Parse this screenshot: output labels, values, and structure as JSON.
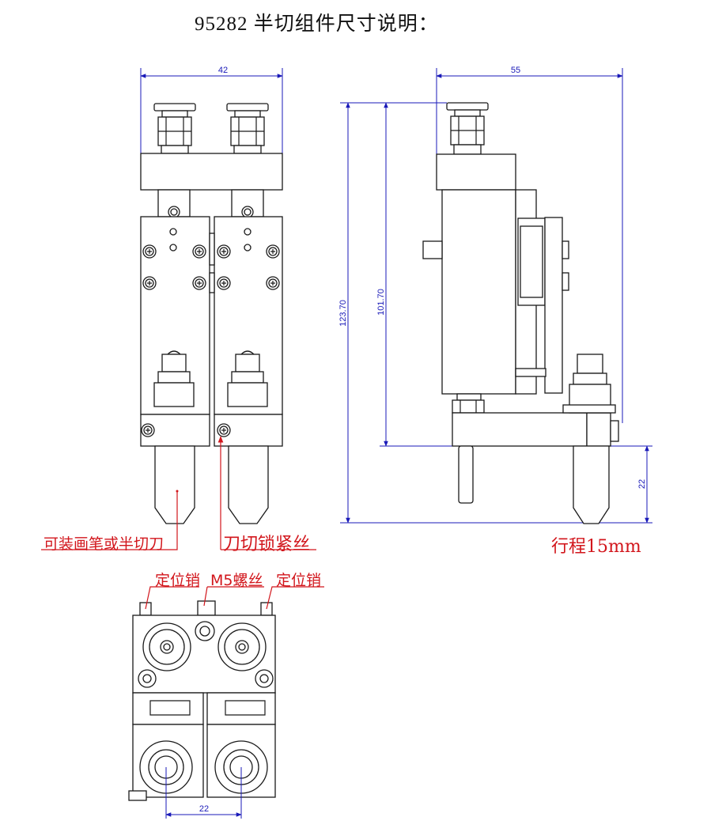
{
  "title": "95282 半切组件尺寸说明：",
  "dimensions": {
    "front_width": "42",
    "side_width": "55",
    "total_height": "123.70",
    "body_height": "101.70",
    "stroke_offset": "22",
    "bottom_spacing": "22"
  },
  "annotations": {
    "pen_or_knife": "可装画笔或半切刀",
    "knife_screw": "刀切锁紧丝",
    "stroke": "行程15mm",
    "pin_left": "定位销",
    "m5_screw": "M5螺丝",
    "pin_right": "定位销"
  },
  "colors": {
    "annotation": "#d2161c",
    "dimension": "#1a1ab8",
    "outline": "#1a1a1a"
  }
}
